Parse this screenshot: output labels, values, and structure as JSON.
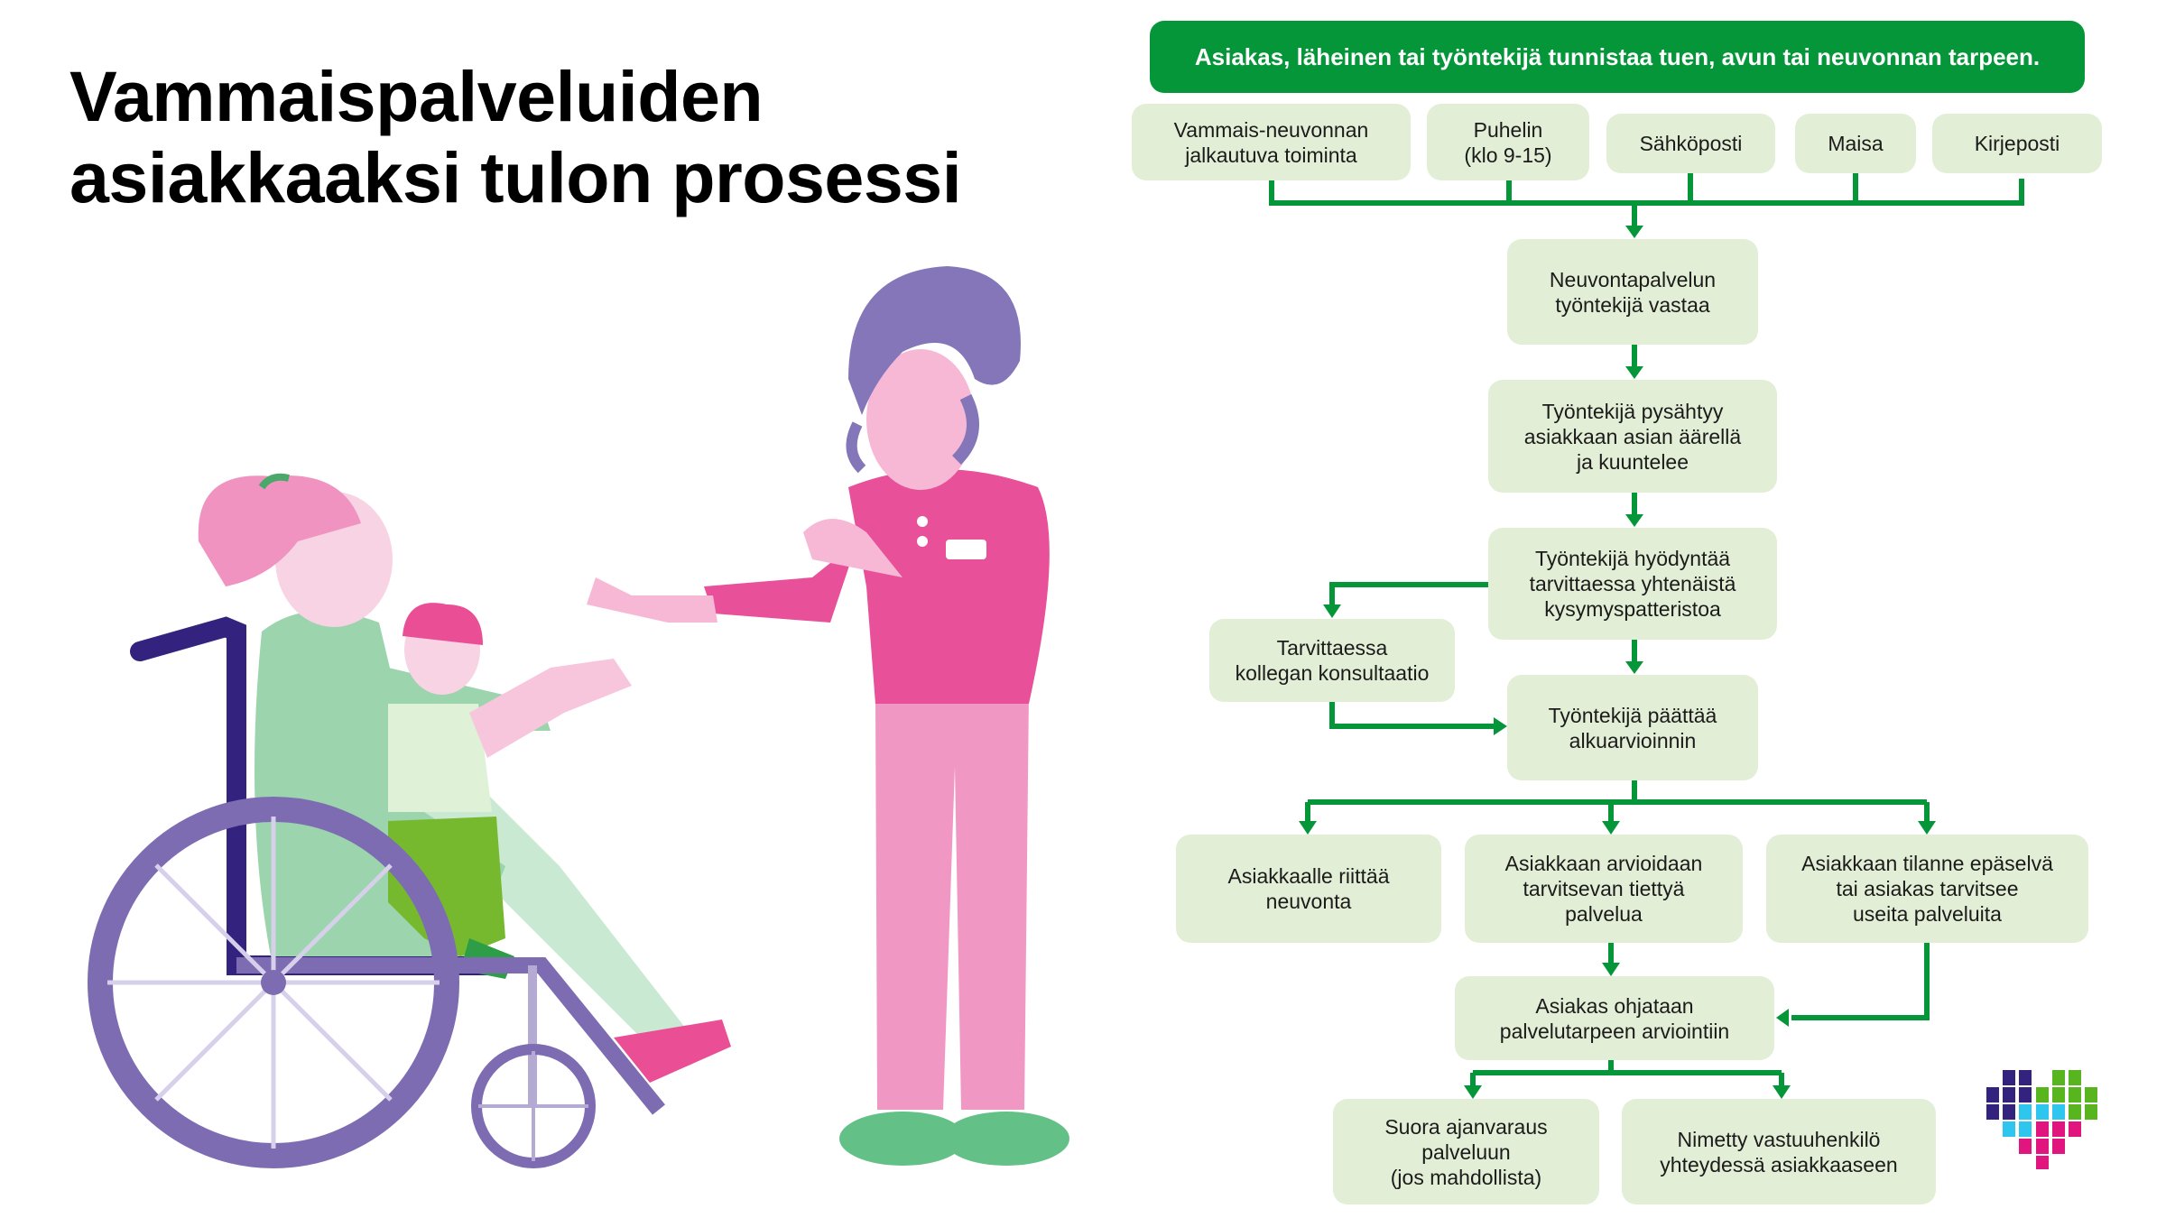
{
  "title": {
    "line1": "Vammaispalveluiden",
    "line2": "asiakkaaksi tulon prosessi"
  },
  "colors": {
    "accent": "#05963a",
    "box_bg": "#e2efd6"
  },
  "flow": {
    "start": "Asiakas, läheinen tai työntekijä tunnistaa tuen, avun tai neuvonnan tarpeen.",
    "channels": [
      "Vammais-neuvonnan\njalkautuva toiminta",
      "Puhelin\n(klo 9-15)",
      "Sähköposti",
      "Maisa",
      "Kirjeposti"
    ],
    "step1": "Neuvontapalvelun\ntyöntekijä vastaa",
    "step2": "Työntekijä pysähtyy\nasiakkaan asian äärellä\nja kuuntelee",
    "step3": "Työntekijä hyödyntää\ntarvittaessa yhtenäistä\nkysymyspatteristoa",
    "consult": "Tarvittaessa\nkollegan konsultaatio",
    "step4": "Työntekijä päättää\nalkuarvioinnin",
    "outcomes": [
      "Asiakkaalle riittää\nneuvonta",
      "Asiakkaan arvioidaan\ntarvitsevan tiettyä\npalvelua",
      "Asiakkaan tilanne epäselvä\ntai asiakas tarvitsee\nuseita palveluita"
    ],
    "step5": "Asiakas ohjataan\npalvelutarpeen arviointiin",
    "final": [
      "Suora ajanvaraus\npalveluun\n(jos mahdollista)",
      "Nimetty vastuuhenkilö\nyhteydessä asiakkaaseen"
    ]
  }
}
